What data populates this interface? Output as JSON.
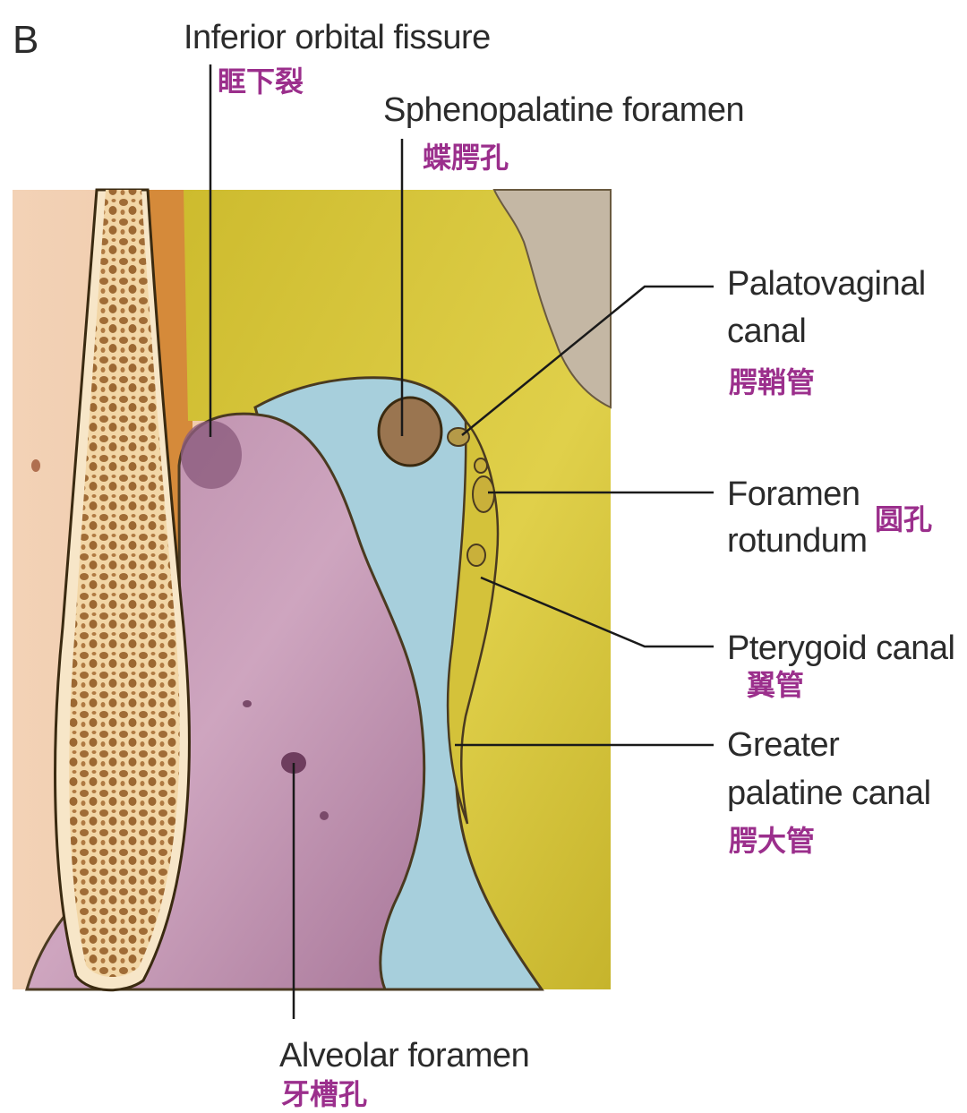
{
  "panel_letter": "B",
  "labels": {
    "inferior_orbital_fissure": {
      "en": "Inferior orbital fissure",
      "cn": "眶下裂"
    },
    "sphenopalatine_foramen": {
      "en": "Sphenopalatine foramen",
      "cn": "蝶腭孔"
    },
    "palatovaginal_canal": {
      "en_line1": "Palatovaginal",
      "en_line2": "canal",
      "cn": "腭鞘管"
    },
    "foramen_rotundum": {
      "en_line1": "Foramen",
      "en_line2": "rotundum",
      "cn": "圆孔"
    },
    "pterygoid_canal": {
      "en": "Pterygoid canal",
      "cn": "翼管"
    },
    "greater_palatine_canal": {
      "en_line1": "Greater",
      "en_line2": "palatine canal",
      "cn": "腭大管"
    },
    "alveolar_foramen": {
      "en": "Alveolar foramen",
      "cn": "牙槽孔"
    }
  },
  "colors": {
    "maxilla": "#c99bb8",
    "palatine_bone": "#a9d0dc",
    "sphenoid": "#d9c93a",
    "bone_left": "#f0ccb0",
    "cancellous": "#a0703a",
    "leader_line": "#1a1a1a",
    "chinese_text": "#9b2f8c"
  }
}
